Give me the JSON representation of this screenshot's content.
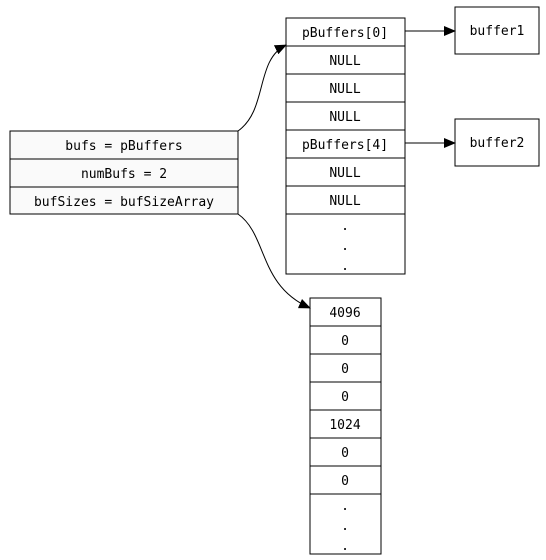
{
  "struct": {
    "fields": [
      "bufs = pBuffers",
      "numBufs = 2",
      "bufSizes = bufSizeArray"
    ]
  },
  "pointer_array": {
    "cells": [
      "pBuffers[0]",
      "NULL",
      "NULL",
      "NULL",
      "pBuffers[4]",
      "NULL",
      "NULL"
    ],
    "ellipsis": [
      ".",
      ".",
      "."
    ]
  },
  "targets": {
    "buffer1": "buffer1",
    "buffer2": "buffer2"
  },
  "size_array": {
    "cells": [
      "4096",
      "0",
      "0",
      "0",
      "1024",
      "0",
      "0"
    ],
    "ellipsis": [
      ".",
      ".",
      "."
    ]
  }
}
